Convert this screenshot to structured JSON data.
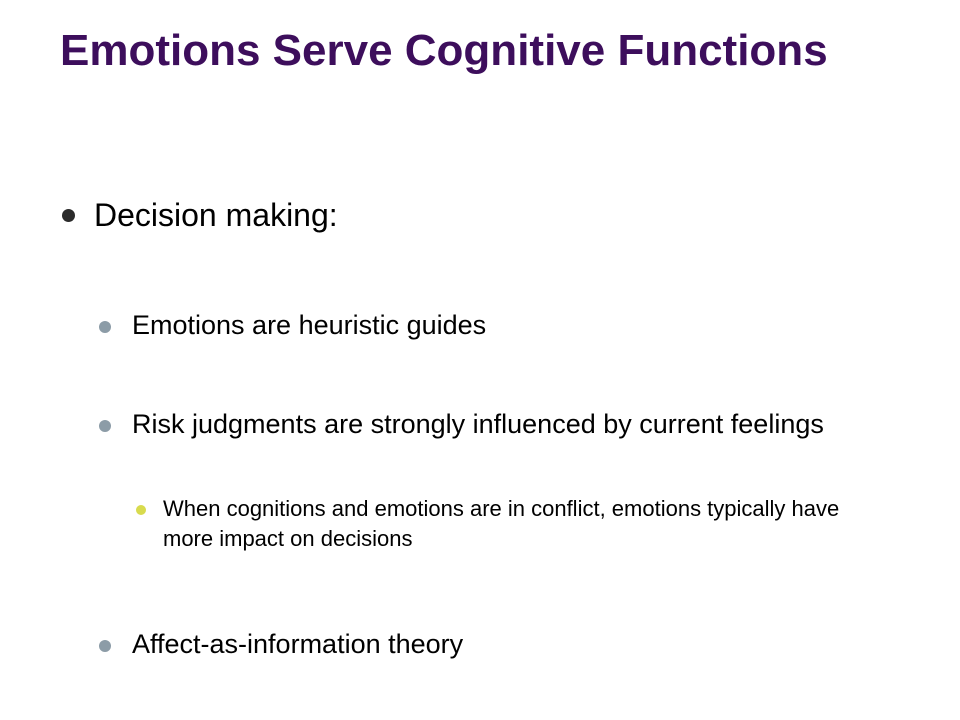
{
  "slide": {
    "title": "Emotions Serve Cognitive Functions",
    "colors": {
      "title": "#3d0e5c",
      "bullet_level1": "#2b2b2b",
      "bullet_level2": "#8c9ca7",
      "bullet_level3": "#d8db4e"
    },
    "bullets": [
      {
        "level": 1,
        "text": "Decision making:"
      },
      {
        "level": 2,
        "text": "Emotions are heuristic guides"
      },
      {
        "level": 2,
        "text": "Risk judgments are strongly influenced by current feelings"
      },
      {
        "level": 3,
        "text": "When cognitions and emotions are in conflict, emotions typically have more impact on decisions"
      },
      {
        "level": 2,
        "text": "Affect-as-information theory"
      }
    ]
  }
}
